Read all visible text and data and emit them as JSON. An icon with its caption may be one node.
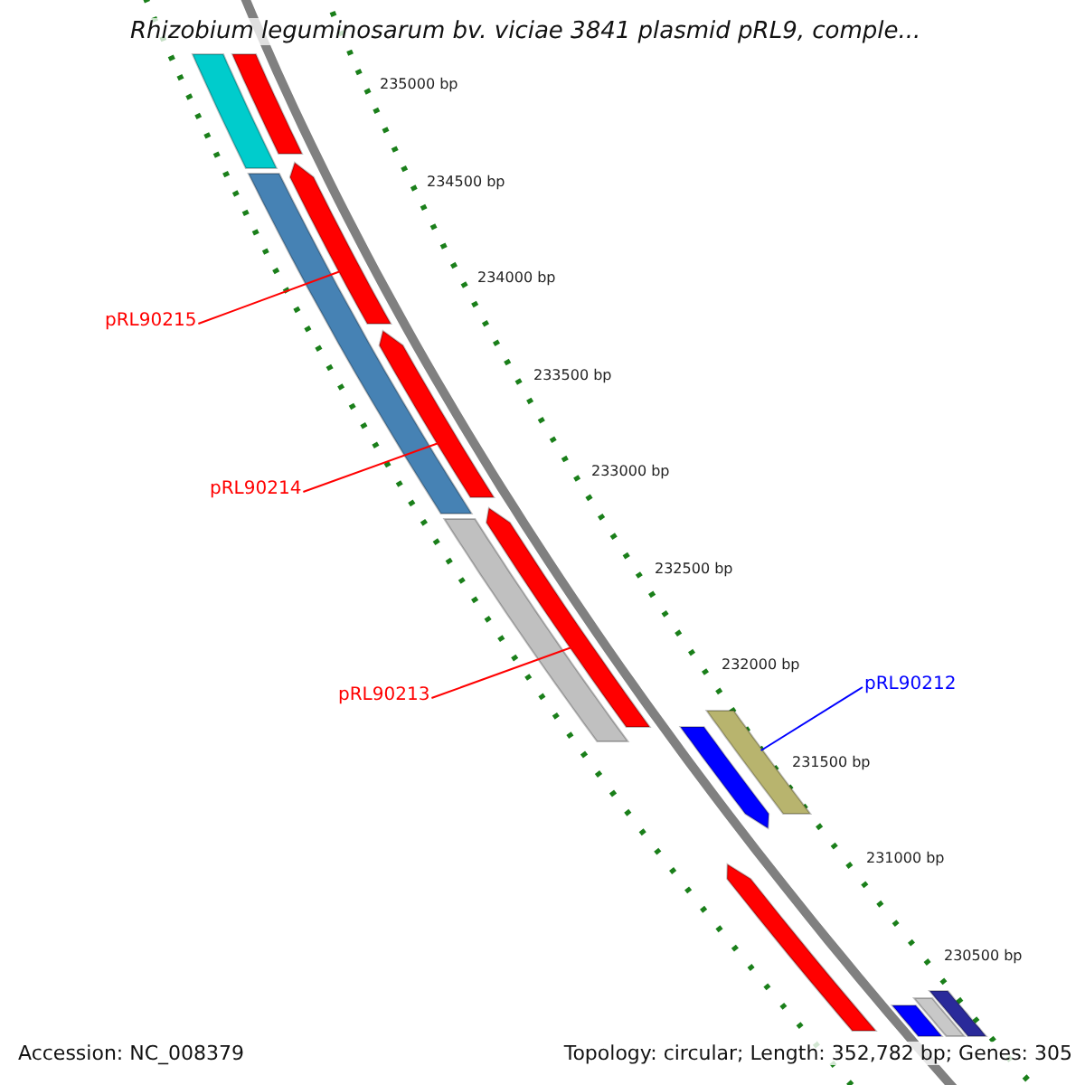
{
  "diagram": {
    "title": "Rhizobium leguminosarum bv. viciae 3841 plasmid pRL9, comple...",
    "nodes": [
      {
        "text": [
          "pRL90215"
        ]
      },
      {
        "text": [
          "pRL90214"
        ]
      },
      {
        "text": [
          "pRL90213"
        ]
      },
      {
        "text": [
          "pRL90212"
        ]
      },
      {
        "text": [],
        "shape": "bar"
      },
      {
        "text": [],
        "shape": "bar"
      },
      {
        "text": [],
        "shape": "bar"
      },
      {
        "text": [],
        "shape": "bar"
      },
      {
        "text": [],
        "shape": "bar"
      },
      {
        "text": [],
        "shape": "bar"
      },
      {
        "text": [],
        "shape": "bar"
      },
      {
        "text": [],
        "shape": "bar"
      },
      {
        "text": [],
        "shape": "bar"
      },
      {
        "text": [],
        "shape": "bar"
      },
      {
        "text": [],
        "shape": "bar"
      },
      {
        "text": [],
        "shape": "bar"
      },
      {
        "text": [],
        "shape": "bar"
      }
    ],
    "edges": [
      {
        "from": 0,
        "to": 6,
        "arrow": "none"
      },
      {
        "from": 1,
        "to": 8,
        "arrow": "none"
      },
      {
        "from": 2,
        "to": 9,
        "arrow": "none"
      },
      {
        "from": 3,
        "to": 11,
        "arrow": "none",
        "color": "#0000ff"
      }
    ],
    "labels": [
      "235000 bp",
      "234500 bp",
      "234000 bp",
      "233500 bp",
      "233000 bp",
      "232500 bp",
      "232000 bp",
      "231500 bp",
      "231000 bp",
      "230500 bp",
      "Accession: NC_008379",
      "Topology: circular; Length: 352,782 bp; Genes: 305"
    ]
  }
}
